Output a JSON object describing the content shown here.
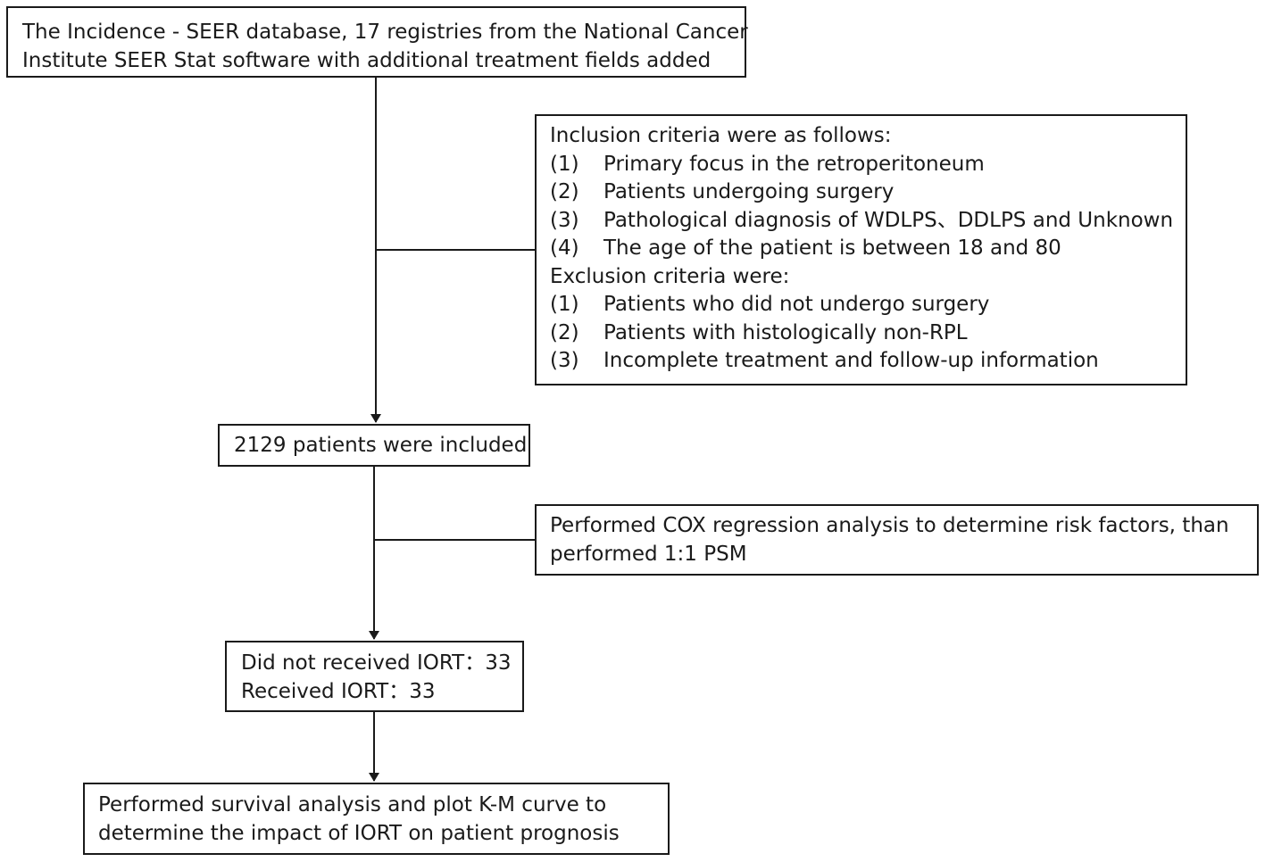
{
  "flowchart": {
    "source": {
      "lines": [
        "The Incidence - SEER database, 17 registries from the National Cancer",
        "Institute SEER Stat software with additional treatment fields added"
      ]
    },
    "criteria": {
      "inclusion_heading": "Inclusion criteria were as follows:",
      "inclusion": [
        {
          "num": "(1)",
          "text": "Primary focus in the retroperitoneum"
        },
        {
          "num": "(2)",
          "text": "Patients undergoing surgery"
        },
        {
          "num": "(3)",
          "text": "Pathological diagnosis of WDLPS、DDLPS and Unknown"
        },
        {
          "num": "(4)",
          "text": "The age of the patient is between 18 and 80"
        }
      ],
      "exclusion_heading": "Exclusion criteria were:",
      "exclusion": [
        {
          "num": "(1)",
          "text": "Patients who did not undergo surgery"
        },
        {
          "num": "(2)",
          "text": "Patients with histologically non-RPL"
        },
        {
          "num": "(3)",
          "text": "Incomplete treatment and follow-up information"
        }
      ]
    },
    "included": {
      "text": "2129 patients were included"
    },
    "cox": {
      "lines": [
        "Performed COX regression analysis to determine risk factors, than",
        "performed 1:1 PSM"
      ]
    },
    "groups": {
      "lines": [
        "Did not received IORT：33",
        "Received IORT：33"
      ]
    },
    "survival": {
      "lines": [
        "Performed survival analysis and plot K-M curve to",
        "determine the impact of IORT on patient prognosis"
      ]
    }
  }
}
